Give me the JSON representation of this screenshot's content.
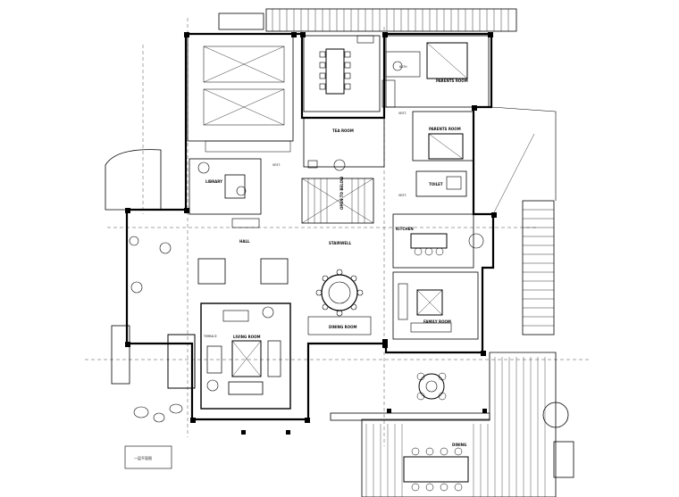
{
  "drawing": {
    "rooms": {
      "parents_room_top": "PARENTS ROOM",
      "parents_room": "PARENTS ROOM",
      "tea_room": "TEA ROOM",
      "library": "LIBRARY",
      "hall": "HALL",
      "open_to_below": "OPEN TO BELOW",
      "stairwell": "STAIRWELL",
      "kitchen": "KITCHEN",
      "family_room": "FAMILY ROOM",
      "living_room": "LIVING ROOM",
      "dining_room": "DINING ROOM",
      "terrace": "TERRACE",
      "dining": "DINING",
      "toilet": "TOILET",
      "bath": "BATH",
      "vest_1": "VEST.",
      "vest_2": "VEST.",
      "vest_3": "VEST."
    },
    "title_block": {
      "caption": "一层平面图"
    }
  }
}
